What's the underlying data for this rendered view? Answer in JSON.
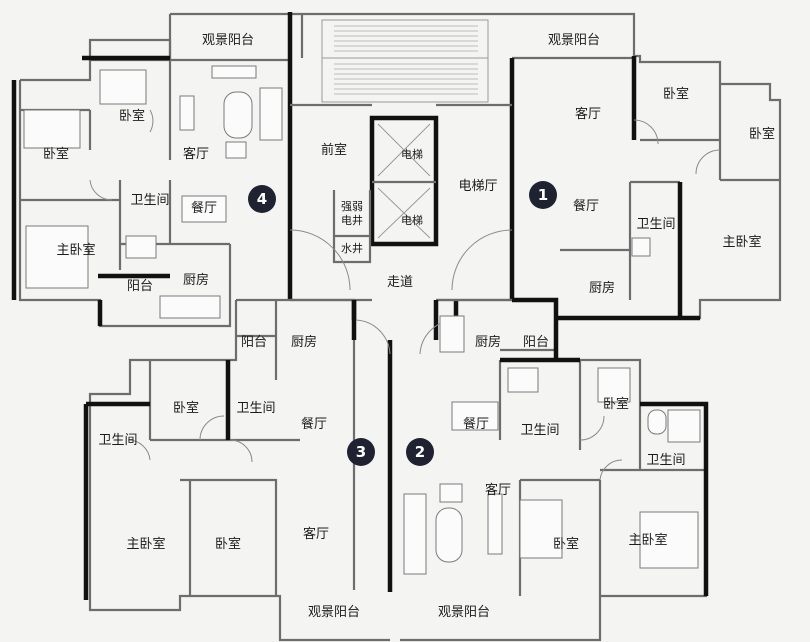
{
  "rooms": {
    "u1_balcony": "观景阳台",
    "u1_living": "客厅",
    "u1_bed_a": "卧室",
    "u1_bed_b": "卧室",
    "u1_dining": "餐厅",
    "u1_bath": "卫生间",
    "u1_master": "主卧室",
    "u1_kitchen": "厨房",
    "u4_balcony": "观景阳台",
    "u4_bed_a": "卧室",
    "u4_bed_b": "卧室",
    "u4_living": "客厅",
    "u4_bath": "卫生间",
    "u4_dining": "餐厅",
    "u4_master": "主卧室",
    "u4_util_balcony": "阳台",
    "u4_kitchen": "厨房",
    "core_front": "前室",
    "core_elev_a": "电梯",
    "core_elev_b": "电梯",
    "core_elev_hall": "电梯厅",
    "core_shaft_1": "强弱",
    "core_shaft_2": "电井",
    "core_water": "水井",
    "core_corridor": "走道",
    "u3_util_balcony": "阳台",
    "u3_kitchen": "厨房",
    "u3_bed_a": "卧室",
    "u3_bath_a": "卫生间",
    "u3_dining": "餐厅",
    "u3_bath_b": "卫生间",
    "u3_master": "主卧室",
    "u3_bed_b": "卧室",
    "u3_living": "客厅",
    "u3_balcony": "观景阳台",
    "u2_kitchen": "厨房",
    "u2_util_balcony": "阳台",
    "u2_bed_a": "卧室",
    "u2_dining": "餐厅",
    "u2_bath_a": "卫生间",
    "u2_bath_b": "卫生间",
    "u2_living": "客厅",
    "u2_bed_b": "卧室",
    "u2_master": "主卧室",
    "u2_balcony": "观景阳台"
  },
  "unit_badges": {
    "u1": "1",
    "u2": "2",
    "u3": "3",
    "u4": "4"
  }
}
